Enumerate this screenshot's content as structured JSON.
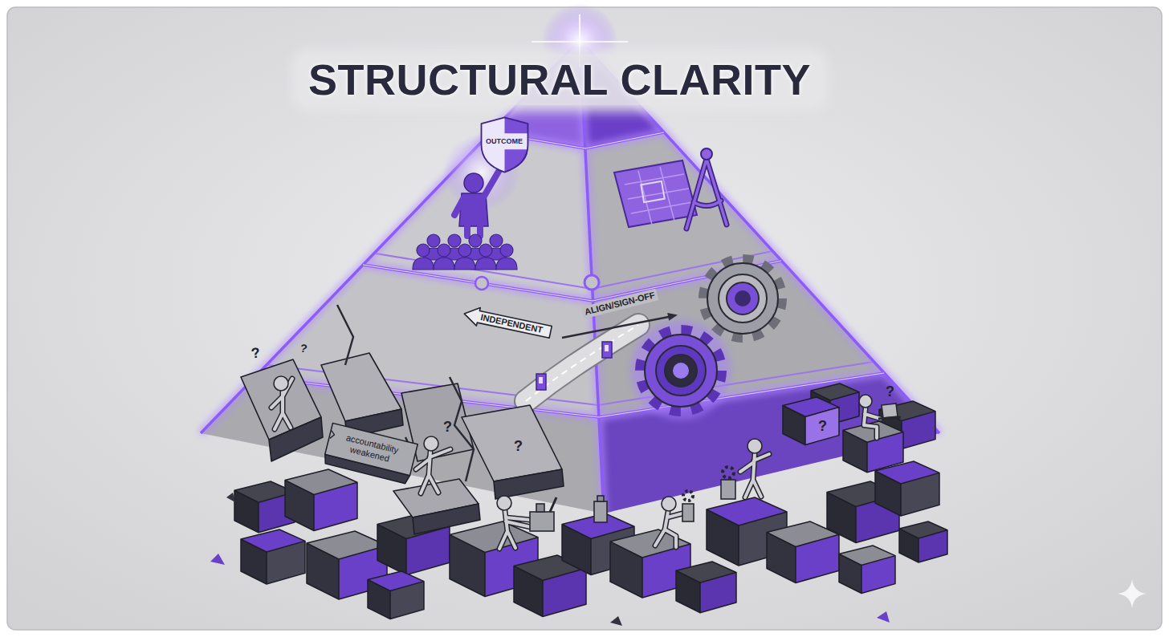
{
  "diagram": {
    "title": "STRUCTURAL CLARITY",
    "nodes": [
      {
        "text": [
          "OUTCOME"
        ]
      },
      {
        "text": [
          "INDEPENDENT"
        ]
      },
      {
        "text": [
          "accountability weakened"
        ]
      }
    ],
    "labels": [
      "ALIGN/SIGN-OFF",
      "?",
      "?",
      "?",
      "?",
      "?",
      "?"
    ]
  }
}
